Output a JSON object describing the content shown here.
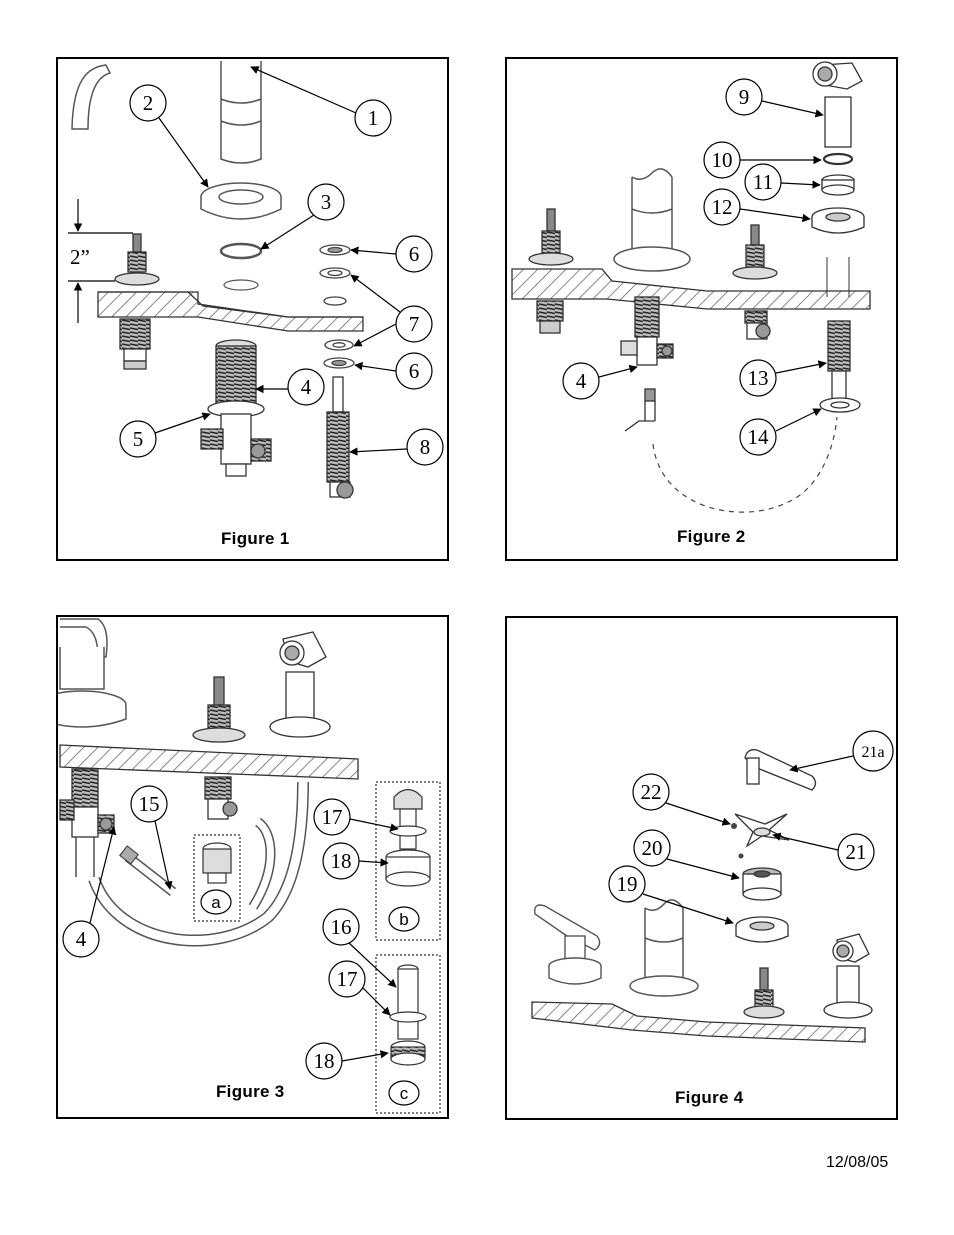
{
  "figures": [
    {
      "caption": "Figure 1",
      "callouts": [
        "1",
        "2",
        "3",
        "6",
        "7",
        "7",
        "6",
        "4",
        "5",
        "8"
      ],
      "dimension": "2”"
    },
    {
      "caption": "Figure 2",
      "callouts": [
        "9",
        "10",
        "11",
        "12",
        "4",
        "13",
        "14"
      ]
    },
    {
      "caption": "Figure 3",
      "callouts": [
        "15",
        "17",
        "18",
        "4",
        "16",
        "17",
        "18"
      ],
      "insets": [
        "a",
        "b",
        "c"
      ]
    },
    {
      "caption": "Figure 4",
      "callouts": [
        "21a",
        "22",
        "21",
        "20",
        "19"
      ]
    }
  ],
  "date": "12/08/05"
}
